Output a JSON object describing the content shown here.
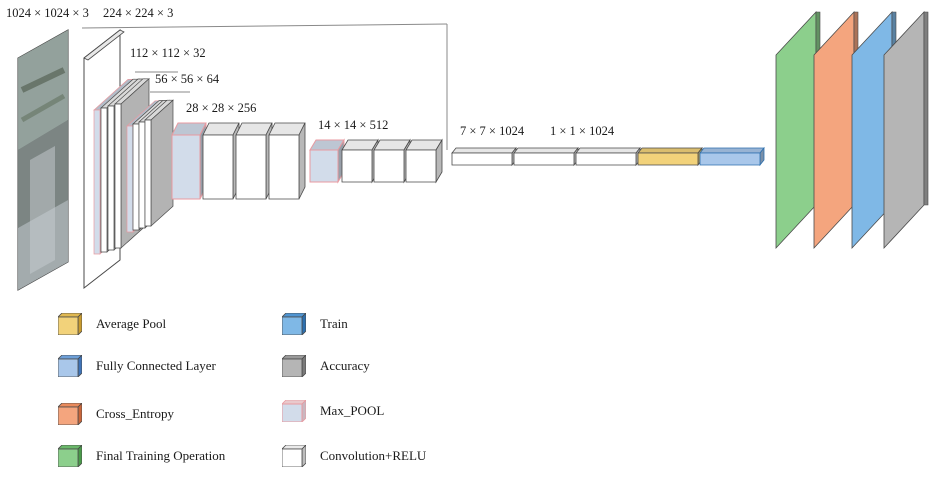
{
  "colors": {
    "avg_pool": "#f2d27a",
    "fully_connected": "#a9c7ea",
    "cross_entropy": "#f4a57e",
    "final_training": "#8ccf8c",
    "train": "#7fb8e6",
    "accuracy": "#b5b5b5",
    "max_pool_fill": "#d2dcea",
    "max_pool_edge": "#e89aa0",
    "conv_relu": "#ffffff",
    "edge": "#4a4a4a"
  },
  "dimension_labels": {
    "input": "1024 × 1024 × 3",
    "resized": "224 × 224 × 3",
    "stage1": "112 × 112 × 32",
    "stage2": "56 × 56 × 64",
    "stage3": "28 × 28 × 256",
    "stage4": "14 × 14 × 512",
    "stage5": "7 × 7 × 1024",
    "stage6": "1 × 1 × 1024"
  },
  "legend": {
    "avg_pool": "Average Pool",
    "fully_connected": "Fully Connected Layer",
    "cross_entropy": "Cross_Entropy",
    "final_training": "Final Training Operation",
    "train": "Train",
    "accuracy": "Accuracy",
    "max_pool": "Max_POOL",
    "conv_relu": "Convolution+RELU"
  }
}
